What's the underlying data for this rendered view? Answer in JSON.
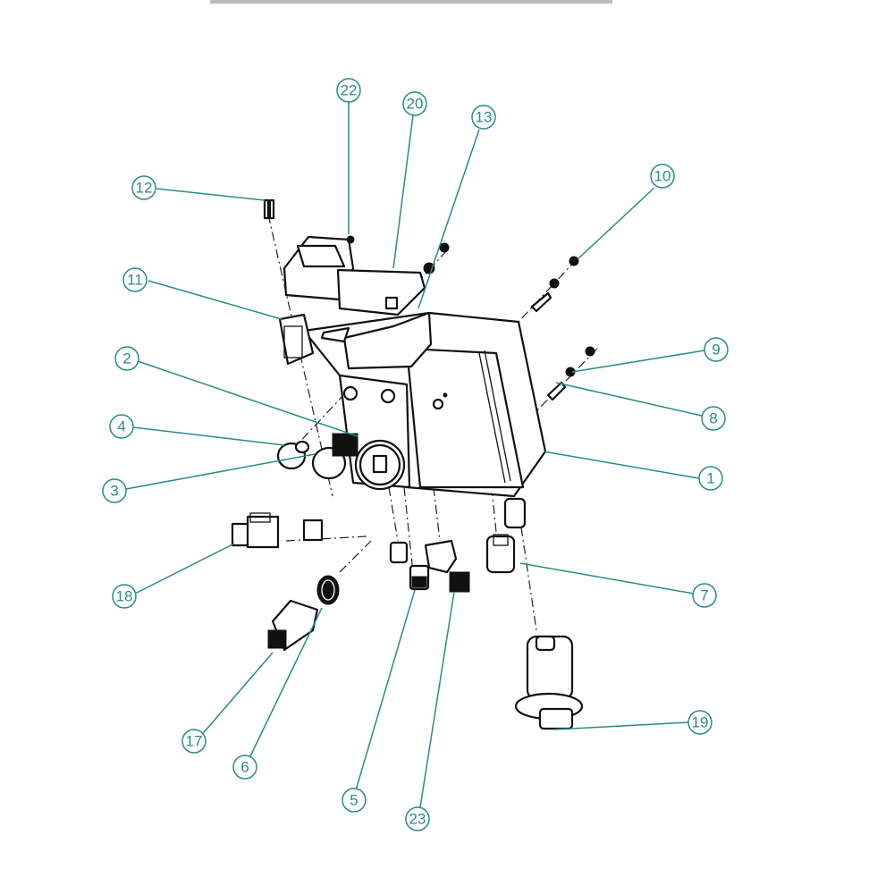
{
  "drawing": {
    "type": "exploded assembly view",
    "title": "",
    "accent_color": "#2a8a8a",
    "line_color": "#111111"
  },
  "balloons": [
    {
      "id": "b1",
      "label": "1",
      "target": "enclosure-body"
    },
    {
      "id": "b2",
      "label": "2",
      "target": "selector-switch"
    },
    {
      "id": "b3",
      "label": "3",
      "target": "pushbutton-large"
    },
    {
      "id": "b4",
      "label": "4",
      "target": "pushbutton-small"
    },
    {
      "id": "b5",
      "label": "5",
      "target": "cable-gland-small"
    },
    {
      "id": "b6",
      "label": "6",
      "target": "cable-gland-side"
    },
    {
      "id": "b7",
      "label": "7",
      "target": "cable-gland-large"
    },
    {
      "id": "b8",
      "label": "8",
      "target": "bolt-lower"
    },
    {
      "id": "b9",
      "label": "9",
      "target": "washer-lower"
    },
    {
      "id": "b10",
      "label": "10",
      "target": "nut-upper"
    },
    {
      "id": "b11",
      "label": "11",
      "target": "terminal-housing"
    },
    {
      "id": "b12",
      "label": "12",
      "target": "pin"
    },
    {
      "id": "b13",
      "label": "13",
      "target": "mounting-bracket"
    },
    {
      "id": "b17",
      "label": "17",
      "target": "side-connector"
    },
    {
      "id": "b18",
      "label": "18",
      "target": "plug-connector"
    },
    {
      "id": "b19",
      "label": "19",
      "target": "top-module"
    },
    {
      "id": "b20",
      "label": "20",
      "target": "cover-cap"
    },
    {
      "id": "b22",
      "label": "22",
      "target": "sensor-probe"
    },
    {
      "id": "b23",
      "label": "23",
      "target": "clip-connector"
    }
  ]
}
